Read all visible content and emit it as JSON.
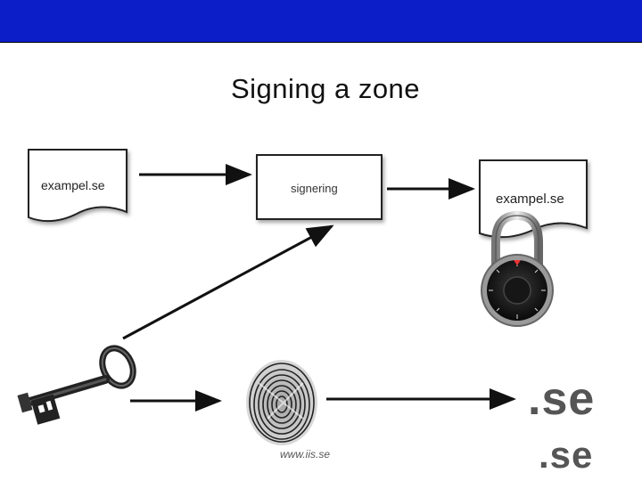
{
  "slide": {
    "title": "Signing a zone",
    "footer_url": "www.iis.se"
  },
  "documents": {
    "source_label": "exampel.se",
    "process_label": "signering",
    "signed_label": "exampel.se"
  },
  "tld": {
    "large": ".se",
    "small": ".se"
  },
  "colors": {
    "top_bar": "#0b1ec8",
    "arrow": "#111111",
    "tld_text": "#555555"
  },
  "icons": [
    "key-icon",
    "fingerprint-icon",
    "combination-padlock-icon"
  ]
}
